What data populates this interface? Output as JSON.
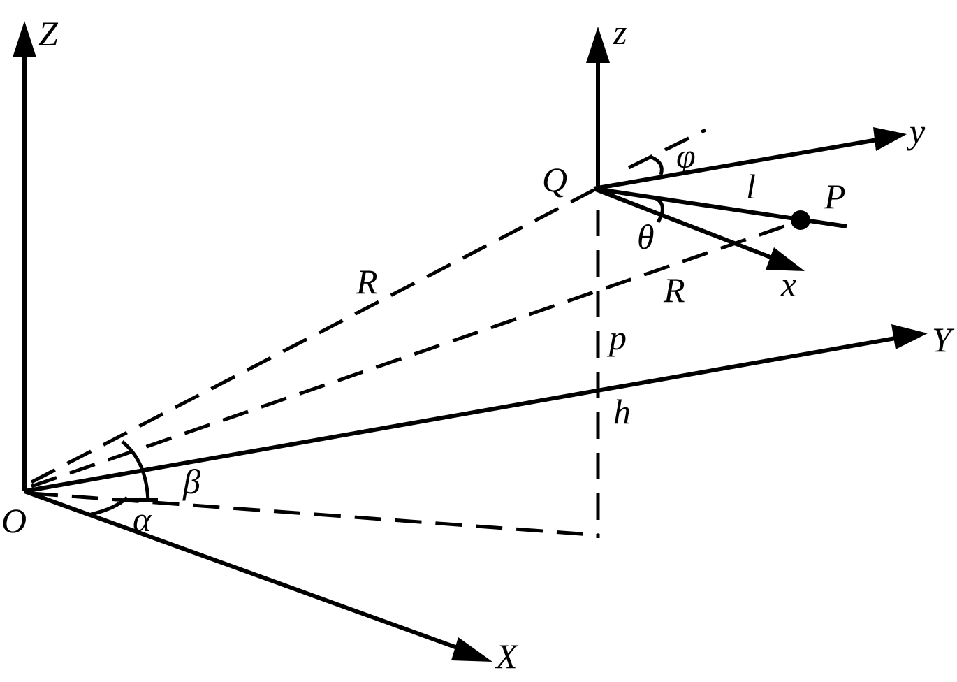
{
  "labels": {
    "global_z": "Z",
    "global_y": "Y",
    "global_x": "X",
    "origin": "O",
    "local_z": "z",
    "local_y": "y",
    "local_x": "x",
    "point_q": "Q",
    "point_p": "P",
    "radius_upper": "R",
    "radius_lower": "R",
    "length_l": "l",
    "angle_phi": "φ",
    "angle_theta": "θ",
    "angle_alpha": "α",
    "angle_beta": "β",
    "segment_p": "p",
    "segment_h": "h"
  },
  "colors": {
    "stroke": "#000000",
    "background": "#ffffff"
  }
}
